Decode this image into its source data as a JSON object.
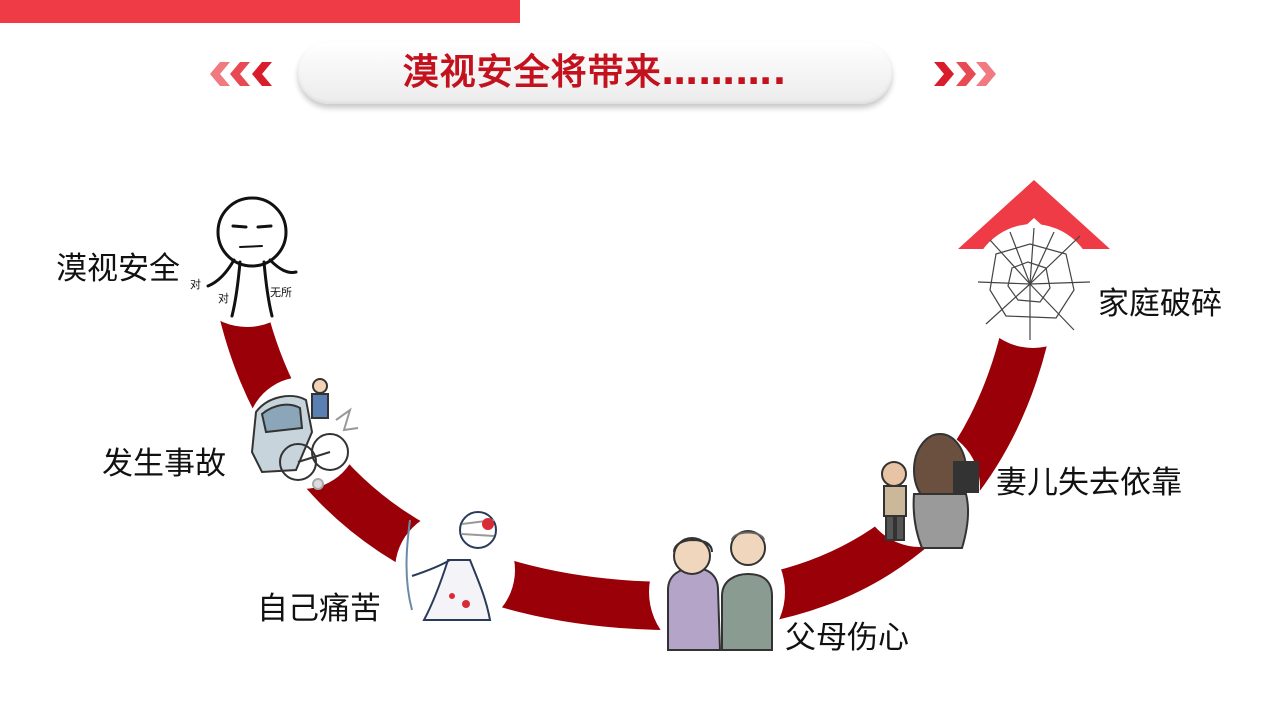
{
  "title": "漠视安全将带来……….",
  "colors": {
    "accent": "#ee3b45",
    "arc": "#990007",
    "title_text": "#c3111d"
  },
  "steps": [
    {
      "label": "漠视安全",
      "icon": "stick-figure-icon"
    },
    {
      "label": "发生事故",
      "icon": "accident-icon"
    },
    {
      "label": "自己痛苦",
      "icon": "injured-person-icon"
    },
    {
      "label": "父母伤心",
      "icon": "grieving-parents-icon"
    },
    {
      "label": "妻儿失去依靠",
      "icon": "wife-child-icon"
    },
    {
      "label": "家庭破碎",
      "icon": "shattered-glass-icon"
    }
  ]
}
